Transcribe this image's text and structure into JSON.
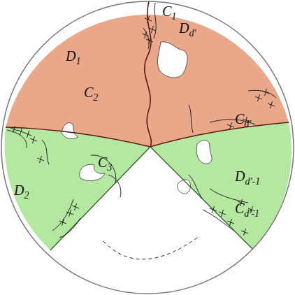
{
  "diagram": {
    "labels": [
      "C1",
      "Dd′",
      "D1",
      "C2",
      "C3",
      "Cd′",
      "D2",
      "Dd′-1",
      "Cd′-1"
    ]
  }
}
